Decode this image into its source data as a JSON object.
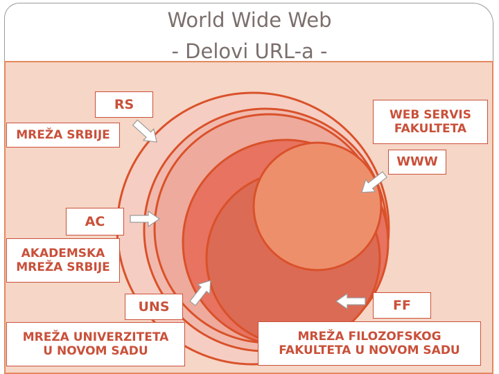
{
  "slide": {
    "title_line1": "World Wide Web",
    "title_line2": "- Delovi URL-a -"
  },
  "labels": {
    "rs": "RS",
    "mreza_srbije": "MREŽA SRBIJE",
    "web_servis": "WEB SERVIS\nFAKULTETA",
    "www": "WWW",
    "ac": "AC",
    "akademska": "AKADEMSKA\nMREŽA SRBIJE",
    "uns": "UNS",
    "mreza_univerziteta": "MREŽA UNIVERZITETA\nU NOVOM SADU",
    "ff": "FF",
    "mreza_filozofskog": "MREŽA FILOZOFSKOG\nFAKULTETA U NOVOM SADU"
  },
  "colors": {
    "panel_bg": "#f6d6c6",
    "circle_outline": "#d9512a",
    "circle_rs": "#f6cdc2",
    "circle_ac": "#eeaa9c",
    "circle_uns": "#e77360",
    "circle_ff": "#dc6b55",
    "circle_www": "#ee8f6c",
    "label_text": "#c9503a",
    "title_text": "#7b6f6c"
  },
  "arrows": [
    "rs-arrow",
    "www-arrow",
    "ac-arrow",
    "uns-arrow",
    "ff-arrow"
  ]
}
